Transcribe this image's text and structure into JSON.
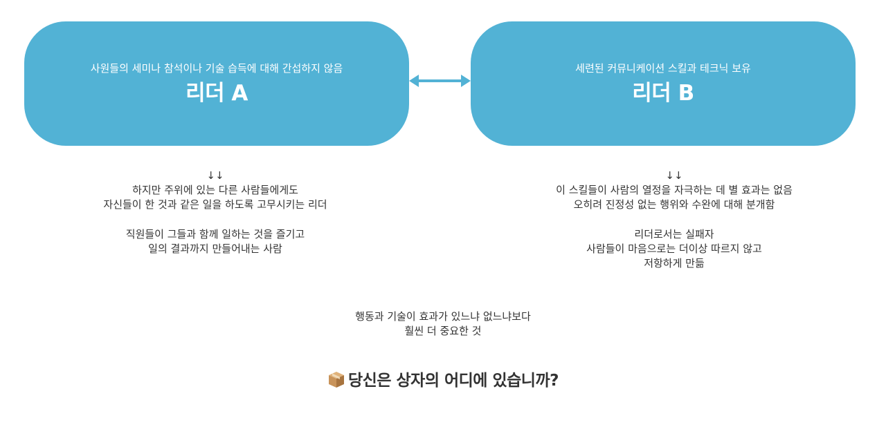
{
  "leader_a": {
    "subtitle": "사원들의 세미나 참석이나 기술 습득에 대해 간섭하지 않음",
    "title": "리더 A",
    "arrows": "↓↓",
    "lines": [
      "하지만 주위에 있는 다른 사람들에게도",
      "자신들이 한 것과 같은 일을 하도록 고무시키는 리더",
      "",
      "직원들이 그들과 함께 일하는 것을 즐기고",
      "일의 결과까지 만들어내는 사람"
    ]
  },
  "leader_b": {
    "subtitle": "세련된 커뮤니케이션 스킬과 테크닉 보유",
    "title": "리더 B",
    "arrows": "↓↓",
    "lines": [
      "이 스킬들이 사람의 열정을 자극하는 데 별 효과는 없음",
      "오히려 진정성 없는 행위와 수완에 대해 분개함",
      "",
      "리더로서는 실패자",
      "사람들이 마음으로는 더이상 따르지 않고",
      "저항하게 만듦"
    ]
  },
  "conclusion": {
    "line1": "행동과 기술이 효과가 있느냐 없느냐보다",
    "line2": "훨씬 더 중요한 것"
  },
  "question": {
    "icon": "package-icon",
    "text": "당신은 상자의 어디에 있습니까?"
  },
  "colors": {
    "box_fill": "#52b2d5",
    "box_text": "#ffffff",
    "body_text": "#333333",
    "icon_box": "#c8935a"
  }
}
